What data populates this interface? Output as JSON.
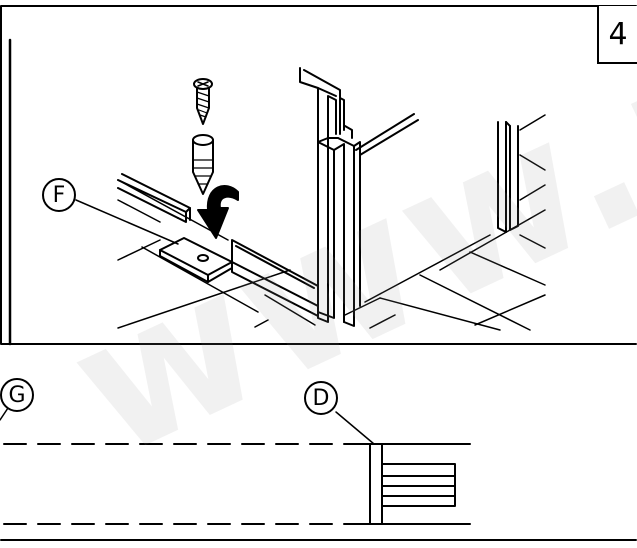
{
  "step_number": "4",
  "callouts": {
    "f": "F",
    "g": "G",
    "d": "D"
  },
  "watermark": "www.m",
  "colors": {
    "line": "#000000",
    "background": "#ffffff",
    "watermark": "#969696"
  }
}
